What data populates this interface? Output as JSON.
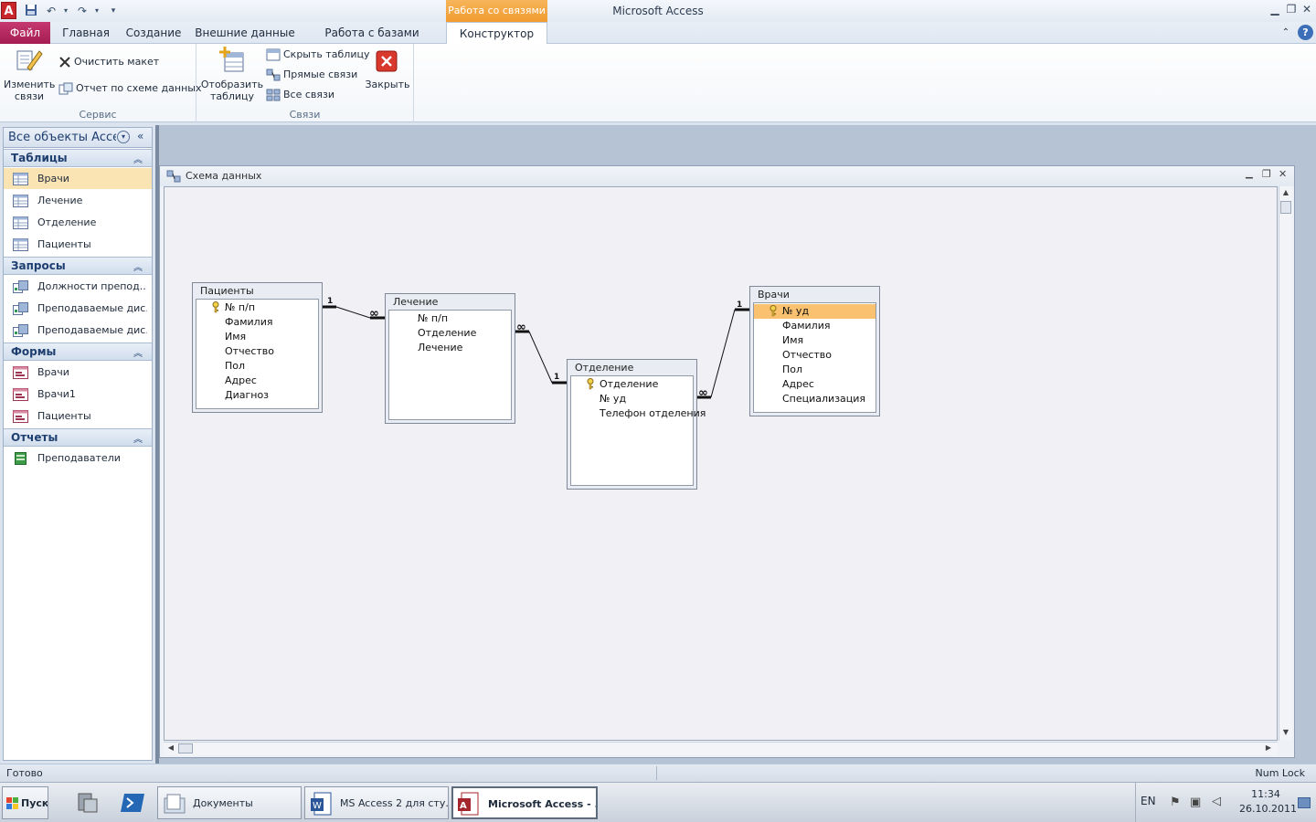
{
  "window": {
    "title": "Microsoft Access",
    "context_tab_group": "Работа со связями"
  },
  "ribbon": {
    "tabs": [
      "Файл",
      "Главная",
      "Создание",
      "Внешние данные",
      "Работа с базами данных",
      "Конструктор"
    ],
    "groups": {
      "service": {
        "label": "Сервис",
        "edit_relationships": "Изменить\nсвязи",
        "clear_layout": "Очистить макет",
        "relationship_report": "Отчет по схеме данных"
      },
      "relationships": {
        "label": "Связи",
        "show_table": "Отобразить\nтаблицу",
        "hide_table": "Скрыть таблицу",
        "direct_relationships": "Прямые связи",
        "all_relationships": "Все связи",
        "close": "Закрыть"
      }
    }
  },
  "nav": {
    "title": "Все объекты Acce...",
    "sections": [
      {
        "label": "Таблицы",
        "items": [
          "Врачи",
          "Лечение",
          "Отделение",
          "Пациенты"
        ]
      },
      {
        "label": "Запросы",
        "items": [
          "Должности препод...",
          "Преподаваемые дис...",
          "Преподаваемые дис..."
        ]
      },
      {
        "label": "Формы",
        "items": [
          "Врачи",
          "Врачи1",
          "Пациенты"
        ]
      },
      {
        "label": "Отчеты",
        "items": [
          "Преподаватели"
        ]
      }
    ]
  },
  "document": {
    "title": "Схема данных",
    "tables": [
      {
        "name": "Пациенты",
        "fields": [
          "№ п/п",
          "Фамилия",
          "Имя",
          "Отчество",
          "Пол",
          "Адрес",
          "Диагноз"
        ],
        "key": 0
      },
      {
        "name": "Лечение",
        "fields": [
          "№ п/п",
          "Отделение",
          "Лечение"
        ],
        "key": -1
      },
      {
        "name": "Отделение",
        "fields": [
          "Отделение",
          "№ уд",
          "Телефон отделения"
        ],
        "key": 0
      },
      {
        "name": "Врачи",
        "fields": [
          "№ уд",
          "Фамилия",
          "Имя",
          "Отчество",
          "Пол",
          "Адрес",
          "Специализация"
        ],
        "key": 0,
        "selected": 0
      }
    ],
    "relation_labels": {
      "one": "1",
      "many": "∞"
    }
  },
  "status": {
    "left": "Готово",
    "right": "Num Lock"
  },
  "taskbar": {
    "start": "Пуск",
    "tasks": [
      "Документы",
      "MS Access 2 для сту...",
      "Microsoft Access - ..."
    ],
    "lang": "EN",
    "time": "11:34",
    "date": "26.10.2011"
  },
  "colors": {
    "file_tab": "#b42a5f",
    "context_tab": "#f3a73f",
    "selected_field": "#f9c170",
    "nav_header": "#1f3f70"
  }
}
